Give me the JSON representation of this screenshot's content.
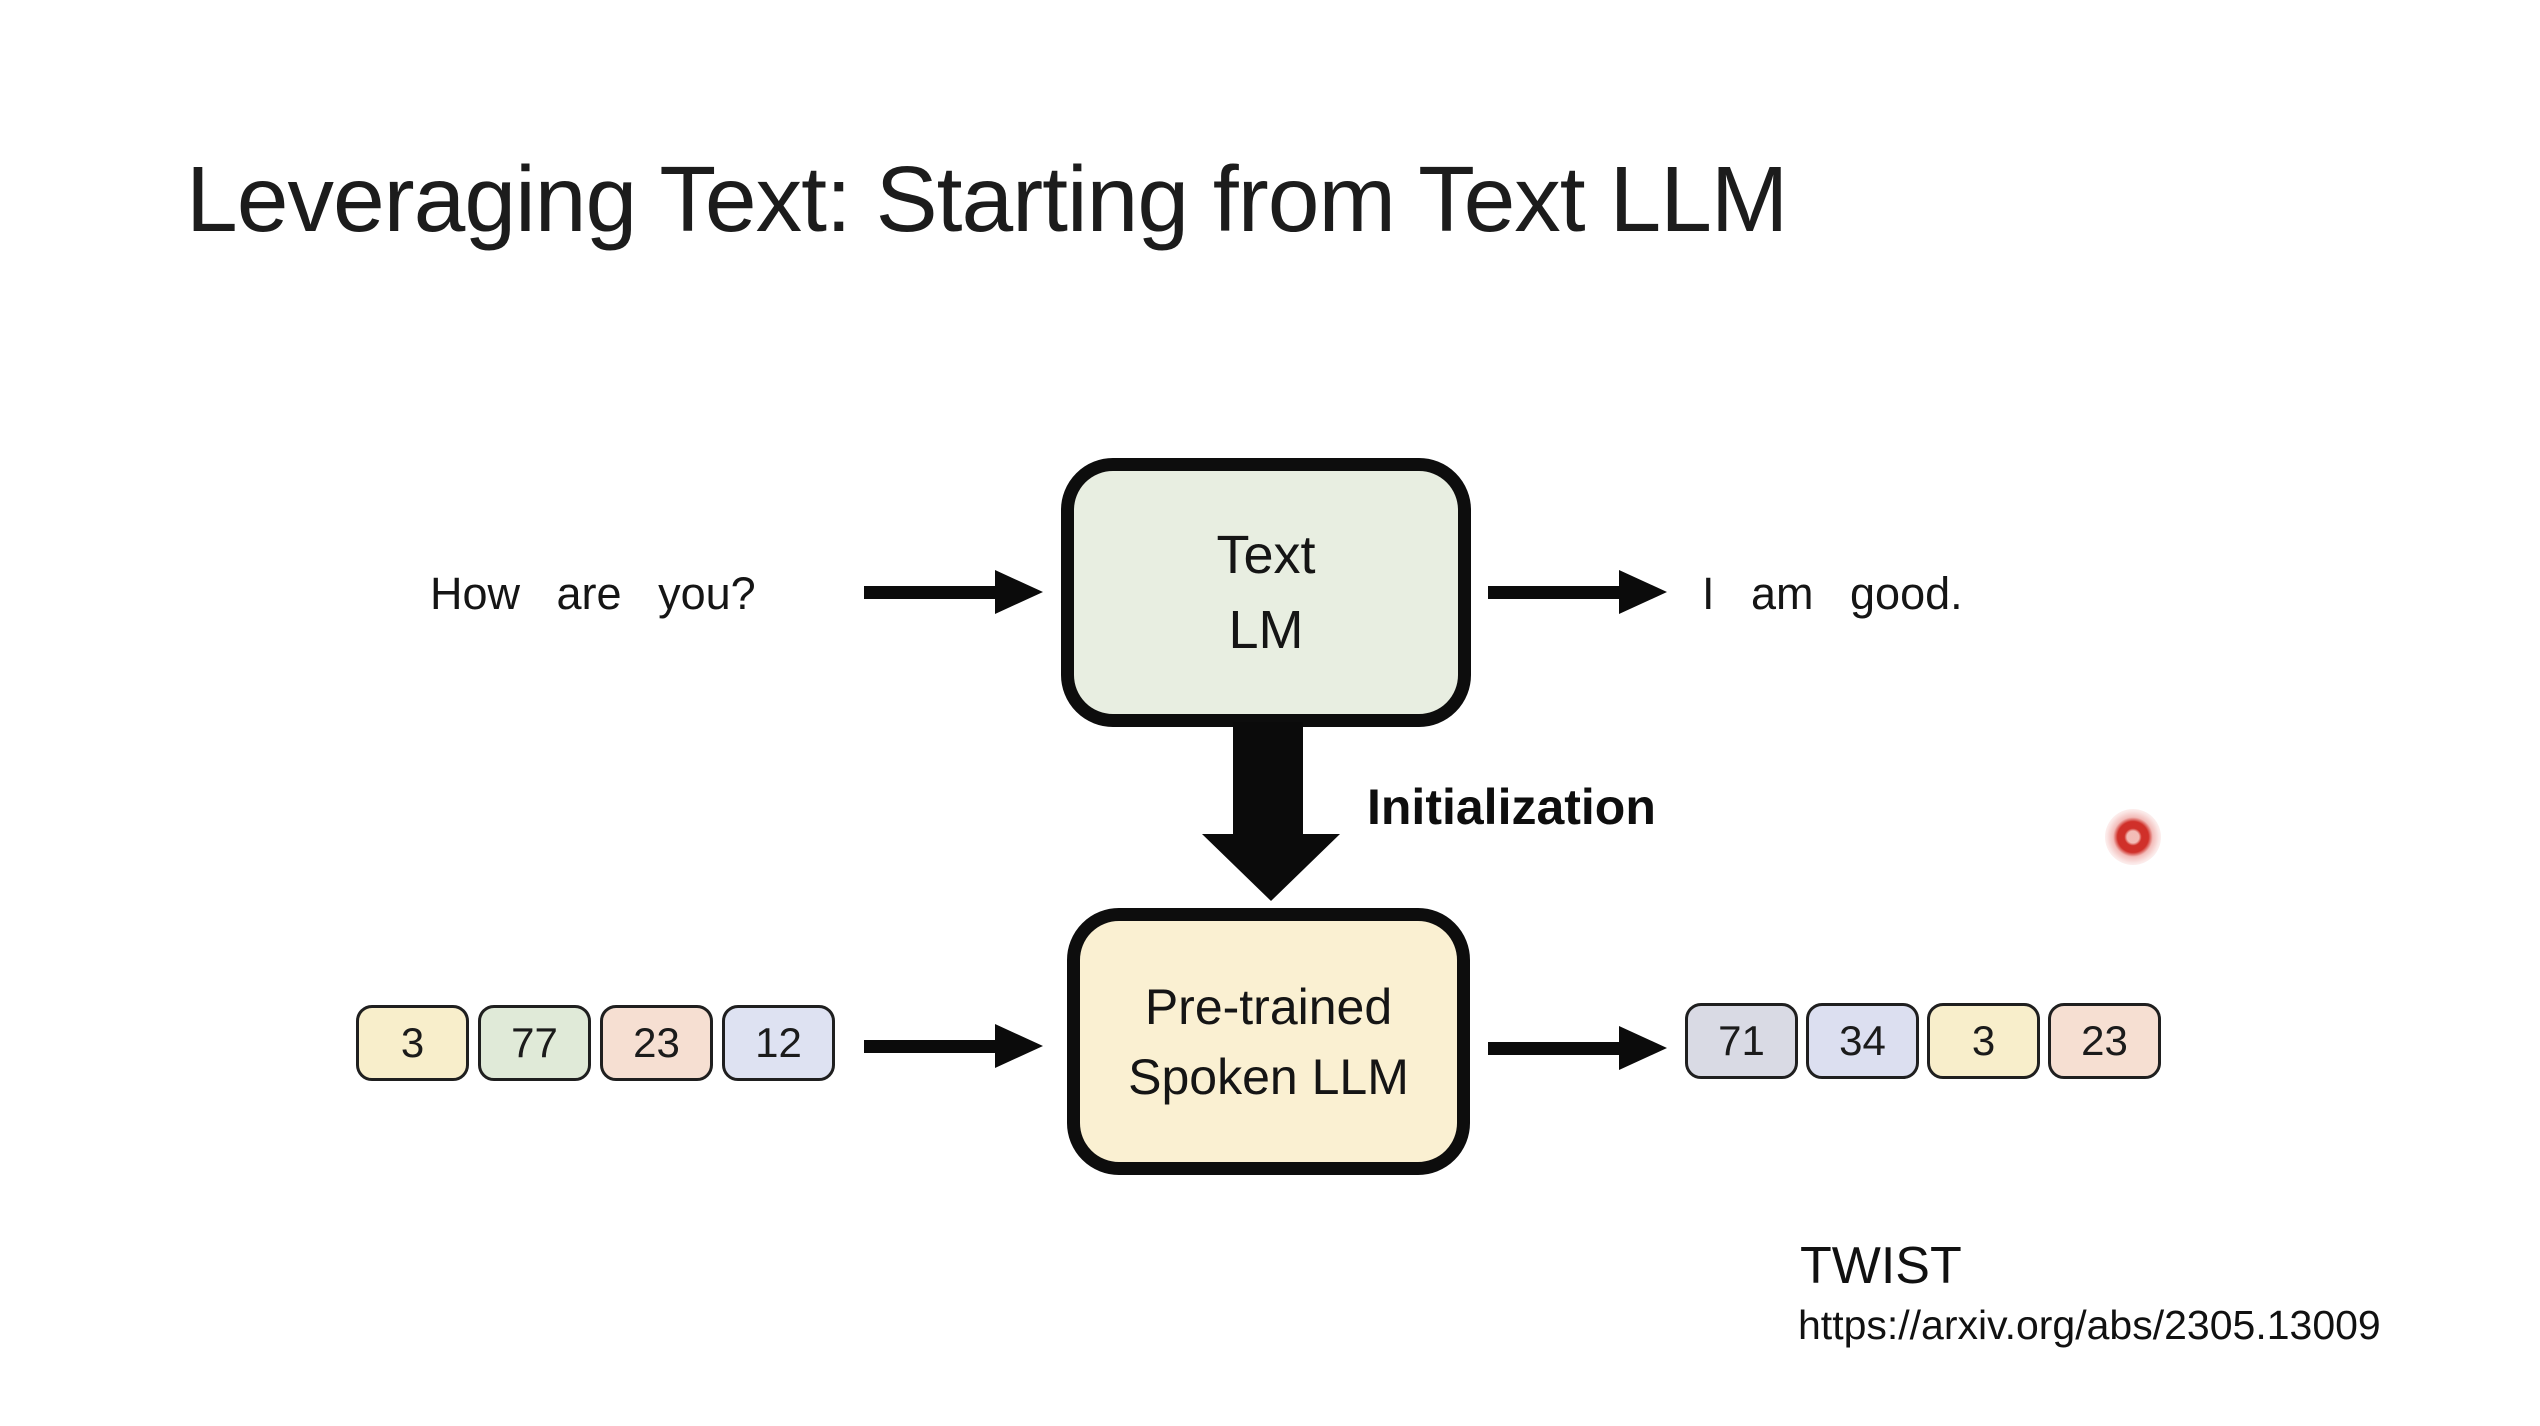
{
  "slide": {
    "title": "Leveraging Text: Starting from Text LLM",
    "text_flow": {
      "input": "How are you?",
      "box_line1": "Text",
      "box_line2": "LM",
      "output": "I am good."
    },
    "initialization_label": "Initialization",
    "token_flow": {
      "box_line1": "Pre-trained",
      "box_line2": "Spoken LLM",
      "input_tokens": [
        {
          "value": "3",
          "bg": "#f8eecb"
        },
        {
          "value": "77",
          "bg": "#e0ead8"
        },
        {
          "value": "23",
          "bg": "#f6dfd2"
        },
        {
          "value": "12",
          "bg": "#dee2f2"
        }
      ],
      "output_tokens": [
        {
          "value": "71",
          "bg": "#d9dae4"
        },
        {
          "value": "34",
          "bg": "#dcdff0"
        },
        {
          "value": "3",
          "bg": "#f8eecb"
        },
        {
          "value": "23",
          "bg": "#f6dfd2"
        }
      ]
    },
    "footer": {
      "method": "TWIST",
      "url": "https://arxiv.org/abs/2305.13009"
    },
    "colors": {
      "text_lm_box_bg": "#e8eee1",
      "spoken_llm_box_bg": "#faf0d2",
      "arrow": "#0b0b0b"
    }
  }
}
